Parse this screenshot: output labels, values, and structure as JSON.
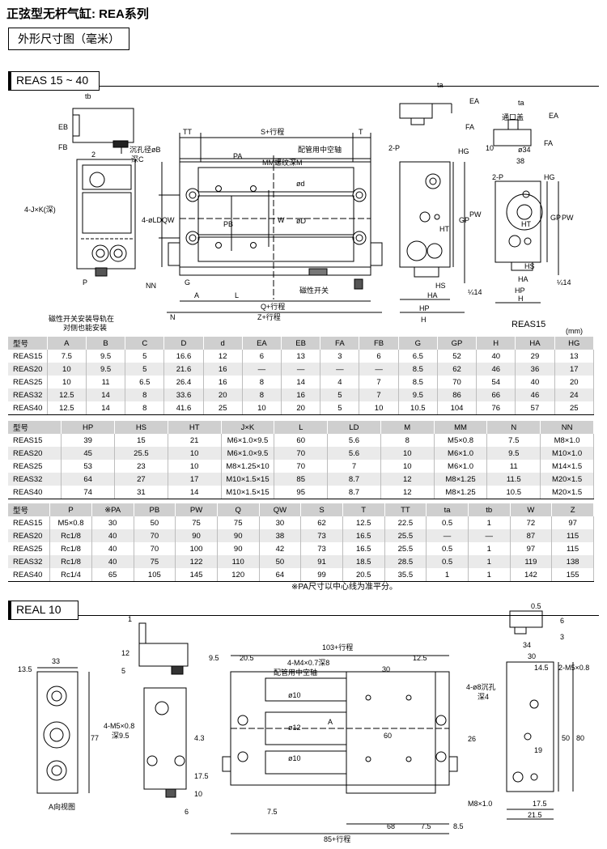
{
  "page_title": "正弦型无杆气缸: REA系列",
  "section_title": "外形尺寸图（毫米）",
  "reas": {
    "label": "REAS 15 ~ 40",
    "caption_rea15": "REAS15",
    "unit": "(mm)",
    "drawing_labels": {
      "tb": "tb",
      "eb": "EB",
      "fb": "FB",
      "two": "2",
      "four_j": "4-J×K(深)",
      "four_ld": "4-øLD",
      "p": "P",
      "nn": "NN",
      "mount_note_1": "磁性开关安装导轨在",
      "mount_note_2": "对侧也能安装",
      "tt": "TT",
      "s_stroke": "S+行程",
      "t": "T",
      "sink_b": "沉孔径øB",
      "depth_c": "深C",
      "pipe_axis": "配管用中空轴",
      "pa": "PA",
      "mm_thread": "MM螺纹深M",
      "qw": "QW",
      "pb": "PB",
      "w": "W",
      "od_top": "ød",
      "od_mid": "øD",
      "g": "G",
      "a": "A",
      "l": "L",
      "mag_switch": "磁性开关",
      "q_stroke": "Q+行程",
      "z_stroke": "Z+行程",
      "n": "N",
      "ta": "ta",
      "ea": "EA",
      "fa": "FA",
      "two_p": "2-P",
      "hg": "HG",
      "gp": "GP",
      "pw": "PW",
      "ht": "HT",
      "hs": "HS",
      "ha": "HA",
      "hp": "HP",
      "h": "H",
      "quarter14": "¼14",
      "through_hole": "通口盖",
      "dia34": "ø34",
      "n38": "38",
      "n10": "10"
    },
    "table1": {
      "headers": [
        "型号",
        "A",
        "B",
        "C",
        "D",
        "d",
        "EA",
        "EB",
        "FA",
        "FB",
        "G",
        "GP",
        "H",
        "HA",
        "HG"
      ],
      "rows": [
        [
          "REAS15",
          "7.5",
          "9.5",
          "5",
          "16.6",
          "12",
          "6",
          "13",
          "3",
          "6",
          "6.5",
          "52",
          "40",
          "29",
          "13"
        ],
        [
          "REAS20",
          "10",
          "9.5",
          "5",
          "21.6",
          "16",
          "—",
          "—",
          "—",
          "—",
          "8.5",
          "62",
          "46",
          "36",
          "17"
        ],
        [
          "REAS25",
          "10",
          "11",
          "6.5",
          "26.4",
          "16",
          "8",
          "14",
          "4",
          "7",
          "8.5",
          "70",
          "54",
          "40",
          "20"
        ],
        [
          "REAS32",
          "12.5",
          "14",
          "8",
          "33.6",
          "20",
          "8",
          "16",
          "5",
          "7",
          "9.5",
          "86",
          "66",
          "46",
          "24"
        ],
        [
          "REAS40",
          "12.5",
          "14",
          "8",
          "41.6",
          "25",
          "10",
          "20",
          "5",
          "10",
          "10.5",
          "104",
          "76",
          "57",
          "25"
        ]
      ]
    },
    "table2": {
      "headers": [
        "型号",
        "HP",
        "HS",
        "HT",
        "J×K",
        "L",
        "LD",
        "M",
        "MM",
        "N",
        "NN"
      ],
      "rows": [
        [
          "REAS15",
          "39",
          "15",
          "21",
          "M6×1.0×9.5",
          "60",
          "5.6",
          "8",
          "M5×0.8",
          "7.5",
          "M8×1.0"
        ],
        [
          "REAS20",
          "45",
          "25.5",
          "10",
          "M6×1.0×9.5",
          "70",
          "5.6",
          "10",
          "M6×1.0",
          "9.5",
          "M10×1.0"
        ],
        [
          "REAS25",
          "53",
          "23",
          "10",
          "M8×1.25×10",
          "70",
          "7",
          "10",
          "M6×1.0",
          "11",
          "M14×1.5"
        ],
        [
          "REAS32",
          "64",
          "27",
          "17",
          "M10×1.5×15",
          "85",
          "8.7",
          "12",
          "M8×1.25",
          "11.5",
          "M20×1.5"
        ],
        [
          "REAS40",
          "74",
          "31",
          "14",
          "M10×1.5×15",
          "95",
          "8.7",
          "12",
          "M8×1.25",
          "10.5",
          "M20×1.5"
        ]
      ]
    },
    "table3": {
      "headers": [
        "型号",
        "P",
        "※PA",
        "PB",
        "PW",
        "Q",
        "QW",
        "S",
        "T",
        "TT",
        "ta",
        "tb",
        "W",
        "Z"
      ],
      "rows": [
        [
          "REAS15",
          "M5×0.8",
          "30",
          "50",
          "75",
          "75",
          "30",
          "62",
          "12.5",
          "22.5",
          "0.5",
          "1",
          "72",
          "97"
        ],
        [
          "REAS20",
          "Rc1/8",
          "40",
          "70",
          "90",
          "90",
          "38",
          "73",
          "16.5",
          "25.5",
          "—",
          "—",
          "87",
          "115"
        ],
        [
          "REAS25",
          "Rc1/8",
          "40",
          "70",
          "100",
          "90",
          "42",
          "73",
          "16.5",
          "25.5",
          "0.5",
          "1",
          "97",
          "115"
        ],
        [
          "REAS32",
          "Rc1/8",
          "40",
          "75",
          "122",
          "110",
          "50",
          "91",
          "18.5",
          "28.5",
          "0.5",
          "1",
          "119",
          "138"
        ],
        [
          "REAS40",
          "Rc1/4",
          "65",
          "105",
          "145",
          "120",
          "64",
          "99",
          "20.5",
          "35.5",
          "1",
          "1",
          "142",
          "155"
        ]
      ]
    },
    "note": "※PA尺寸以中心线为准平分。"
  },
  "real": {
    "label": "REAL 10",
    "drawing_labels": {
      "d13_5": "13.5",
      "d33": "33",
      "d77": "77",
      "a_view": "A向视图",
      "d1": "1",
      "d12": "12",
      "d5": "5",
      "m5_1": "4-M5×0.8",
      "m5_2": "深9.5",
      "d4_3": "4.3",
      "d17_5": "17.5",
      "d10": "10",
      "d6": "6",
      "d103": "103+行程",
      "d9_5": "9.5",
      "d20_5": "20.5",
      "m4": "4-M4×0.7深8",
      "d12_5": "12.5",
      "pipe_axis": "配管用中空轴",
      "d30": "30",
      "dia10a": "ø10",
      "dia12": "ø12",
      "dia10b": "ø10",
      "arrow_a": "A",
      "d60": "60",
      "d26": "26",
      "d7_5": "7.5",
      "d68": "68",
      "d8_5": "8.5",
      "d85": "85+行程",
      "sink": "4-ø8沉孔",
      "depth4": "深4",
      "m8": "M8×1.0",
      "d0_5": "0.5",
      "d6r": "6",
      "d3": "3",
      "d34": "34",
      "d30r": "30",
      "d14_5": "14.5",
      "m5_2r": "2-M5×0.8",
      "d19": "19",
      "d50": "50",
      "d80": "80",
      "d17_5r": "17.5",
      "d21_5": "21.5"
    }
  }
}
